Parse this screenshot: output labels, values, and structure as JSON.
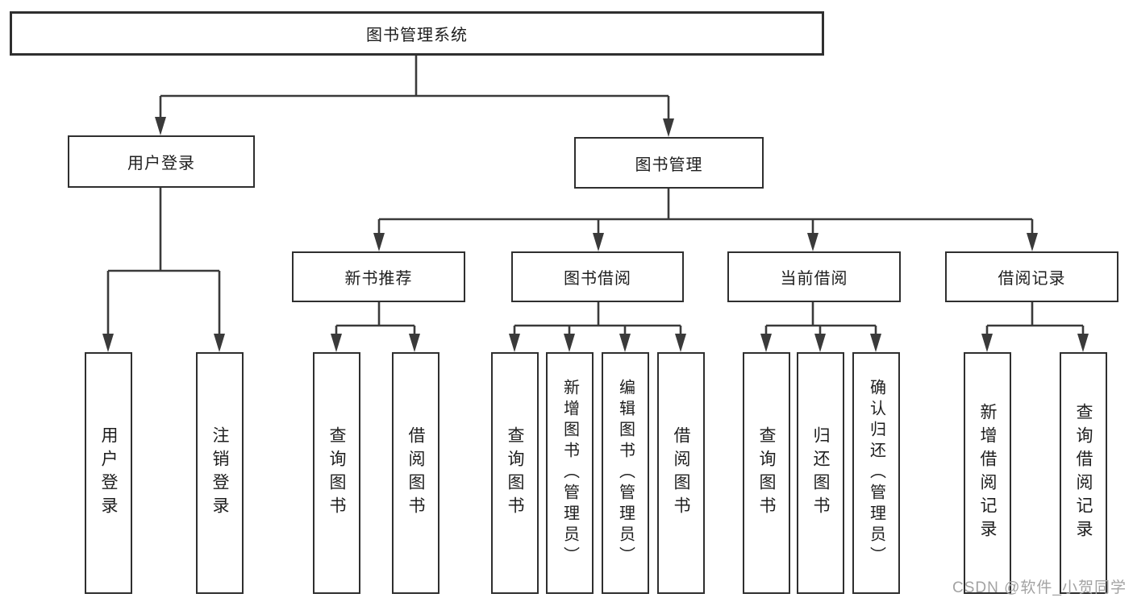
{
  "colors": {
    "background": "#ffffff",
    "line": "#3a3a3a",
    "box_border": "#2f2f2f",
    "text": "#1e1e1e",
    "watermark": "#a3a3a3"
  },
  "tree": {
    "root": {
      "label": "图书管理系统"
    },
    "branches": [
      {
        "label": "用户登录",
        "children": [
          {
            "label": "用户登录"
          },
          {
            "label": "注销登录"
          }
        ]
      },
      {
        "label": "图书管理",
        "children": [
          {
            "label": "新书推荐",
            "children": [
              {
                "label": "查询图书"
              },
              {
                "label": "借阅图书"
              }
            ]
          },
          {
            "label": "图书借阅",
            "children": [
              {
                "label": "查询图书"
              },
              {
                "label": "新增图书（管理员）"
              },
              {
                "label": "编辑图书（管理员）"
              },
              {
                "label": "借阅图书"
              }
            ]
          },
          {
            "label": "当前借阅",
            "children": [
              {
                "label": "查询图书"
              },
              {
                "label": "归还图书"
              },
              {
                "label": "确认归还（管理员）"
              }
            ]
          },
          {
            "label": "借阅记录",
            "children": [
              {
                "label": "新增借阅记录"
              },
              {
                "label": "查询借阅记录"
              }
            ]
          }
        ]
      }
    ]
  },
  "watermark": {
    "text": "CSDN @软件_小贺同学"
  }
}
